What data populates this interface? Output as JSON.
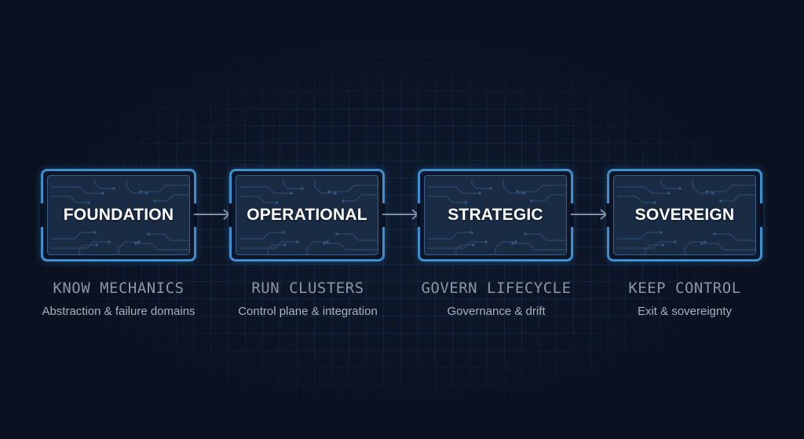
{
  "stages": [
    {
      "title": "FOUNDATION",
      "kicker": "KNOW MECHANICS",
      "sub": "Abstraction & failure domains"
    },
    {
      "title": "OPERATIONAL",
      "kicker": "RUN CLUSTERS",
      "sub": "Control plane & integration"
    },
    {
      "title": "STRATEGIC",
      "kicker": "GOVERN LIFECYCLE",
      "sub": "Governance & drift"
    },
    {
      "title": "SOVEREIGN",
      "kicker": "KEEP CONTROL",
      "sub": "Exit & sovereignty"
    }
  ],
  "colors": {
    "background": "#0a1120",
    "frame": "#3f8fd0",
    "panel": "#1a2b44",
    "arrow": "#7f8fa6",
    "kicker": "#8d96a5",
    "sub": "#a9b1bd"
  }
}
